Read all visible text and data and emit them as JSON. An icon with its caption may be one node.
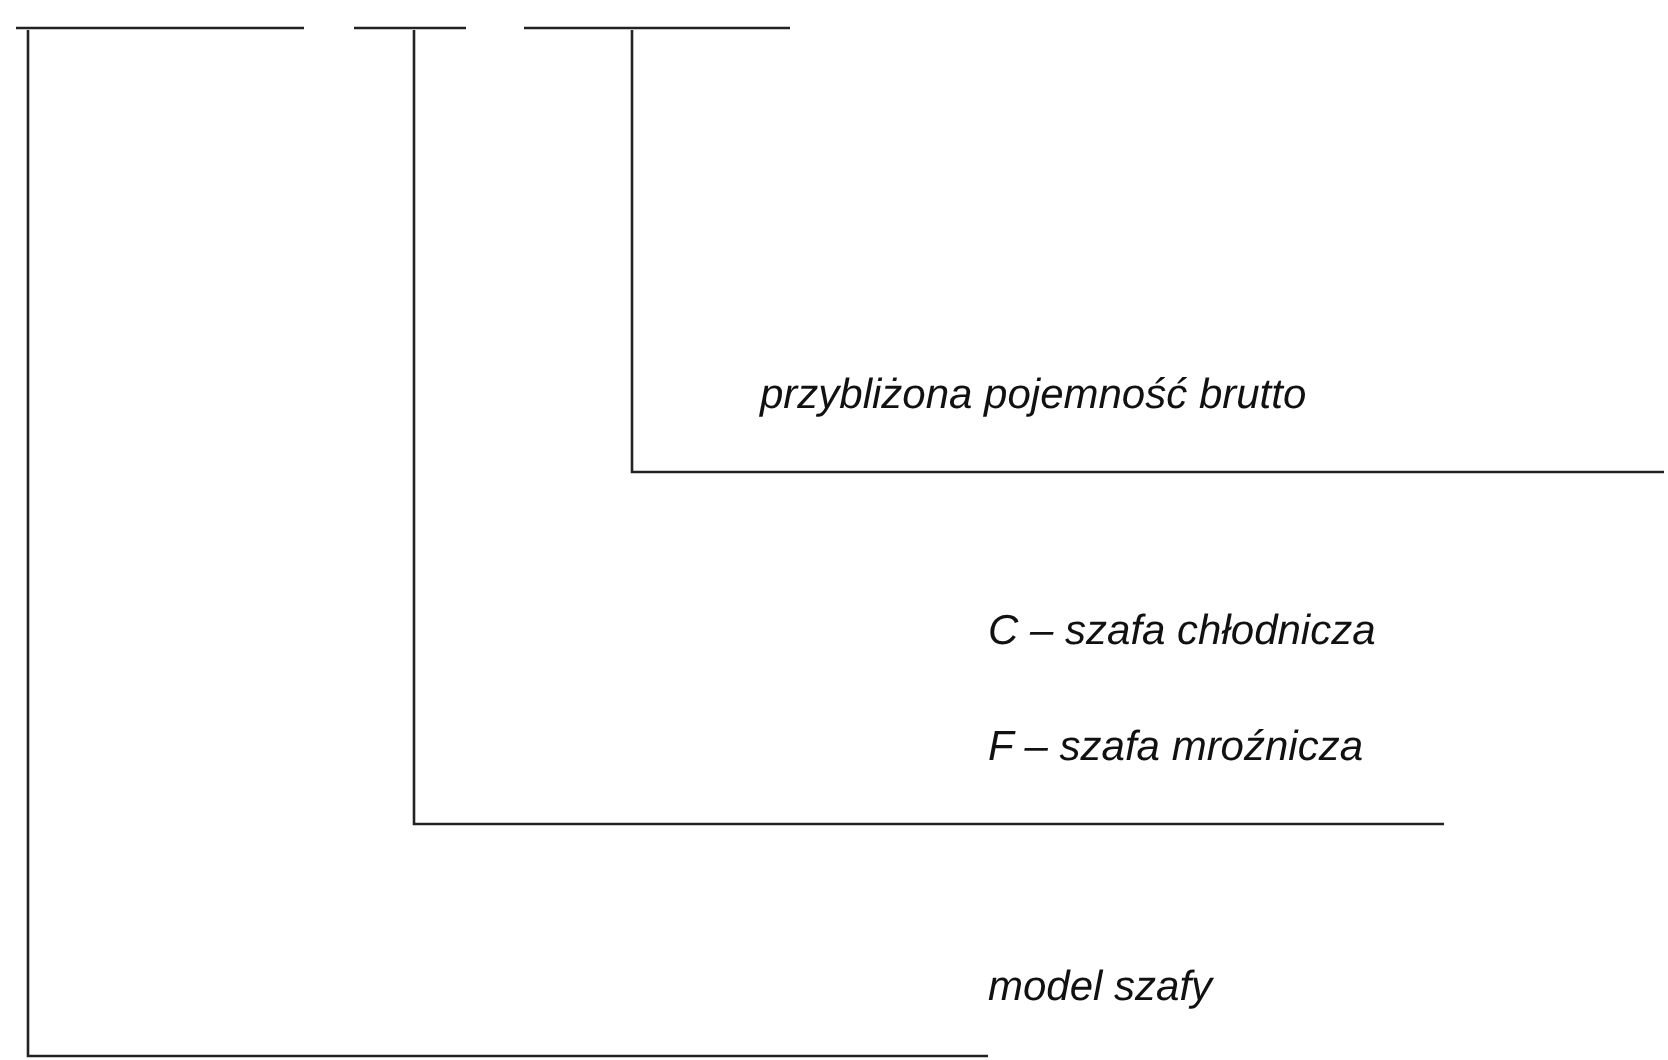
{
  "diagram": {
    "nodes": [
      {
        "text": [],
        "shape": "line"
      },
      {
        "text": [],
        "shape": "line"
      },
      {
        "text": [],
        "shape": "line"
      },
      {
        "text": [
          "przybliżona pojemność brutto"
        ]
      },
      {
        "text": [
          "C – szafa chłodnicza",
          "F – szafa mroźnicza"
        ]
      },
      {
        "text": [
          "model szafy"
        ]
      }
    ],
    "edges": [
      {
        "from": 3,
        "to": 2,
        "arrow": "none"
      },
      {
        "from": 4,
        "to": 1,
        "arrow": "none"
      },
      {
        "from": 5,
        "to": 0,
        "arrow": "none"
      }
    ]
  }
}
